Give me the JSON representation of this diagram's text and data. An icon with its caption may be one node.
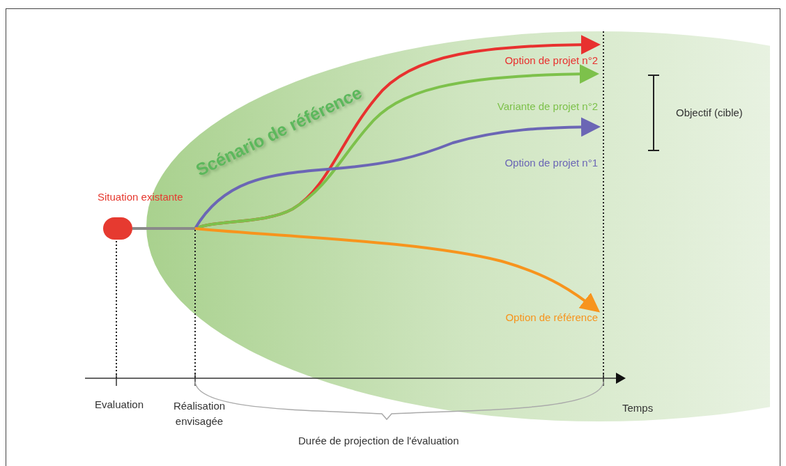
{
  "diagram": {
    "nodes": [
      {
        "text": [
          "Situation existante"
        ]
      },
      {
        "text": [
          "Scénario de référence"
        ]
      },
      {
        "text": [
          "Option de projet n°2"
        ],
        "in": 1
      },
      {
        "text": [
          "Variante de projet n°2"
        ],
        "in": 1
      },
      {
        "text": [
          "Option de projet n°1"
        ],
        "in": 1
      },
      {
        "text": [
          "Option de référence"
        ],
        "in": 1
      }
    ],
    "edges": [
      {
        "from": 0,
        "to": 2,
        "arrow": "to",
        "color": "#e8312f"
      },
      {
        "from": 0,
        "to": 3,
        "arrow": "to",
        "color": "#7dc14b"
      },
      {
        "from": 0,
        "to": 4,
        "arrow": "to",
        "color": "#6b66b5"
      },
      {
        "from": 0,
        "to": 5,
        "arrow": "to",
        "color": "#f7941d"
      }
    ],
    "labels": [
      "Objectif (cible)",
      "Evaluation",
      "Réalisation envisagée",
      "Temps",
      "Durée de projection de l'évaluation"
    ]
  }
}
